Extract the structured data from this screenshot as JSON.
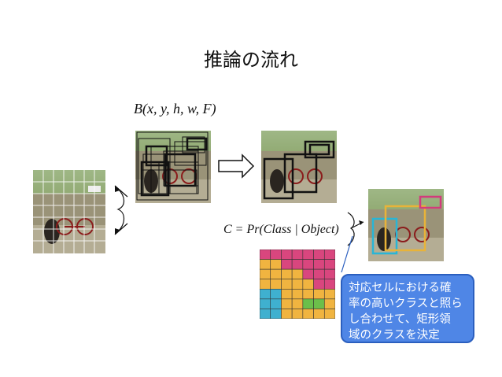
{
  "slide": {
    "title": "推論の流れ"
  },
  "formulas": {
    "box_formula": "B(x, y, h, w, F)",
    "class_formula": "C = Pr(Class | Object)"
  },
  "callout": {
    "lines": [
      "対応セルにおける確",
      "率の高いクラスと照ら",
      "し合わせて、矩形領",
      "域のクラスを決定"
    ]
  },
  "colors": {
    "callout_fill": "#4f86e6",
    "grid_pink": "#d9467e",
    "grid_orange": "#f0b440",
    "grid_cyan": "#3fb0cf",
    "grid_green": "#6cbf4a",
    "box_black": "#111111",
    "box_cyan": "#29b5d6",
    "box_orange": "#e8b339",
    "box_pink": "#d23b7c"
  },
  "class_grid": {
    "rows": 7,
    "cols": 7,
    "cells": [
      [
        "pink",
        "pink",
        "pink",
        "pink",
        "pink",
        "pink",
        "pink"
      ],
      [
        "orange",
        "orange",
        "pink",
        "pink",
        "pink",
        "pink",
        "pink"
      ],
      [
        "orange",
        "orange",
        "orange",
        "orange",
        "pink",
        "pink",
        "pink"
      ],
      [
        "orange",
        "orange",
        "orange",
        "orange",
        "orange",
        "pink",
        "pink"
      ],
      [
        "cyan",
        "cyan",
        "orange",
        "orange",
        "orange",
        "orange",
        "orange"
      ],
      [
        "cyan",
        "cyan",
        "orange",
        "orange",
        "green",
        "green",
        "orange"
      ],
      [
        "cyan",
        "cyan",
        "orange",
        "orange",
        "orange",
        "orange",
        "orange"
      ]
    ]
  },
  "icons": {
    "forward_arrow": "right-arrow-icon",
    "split_brace": "split-brace-icon",
    "merge_brace": "merge-brace-icon"
  }
}
